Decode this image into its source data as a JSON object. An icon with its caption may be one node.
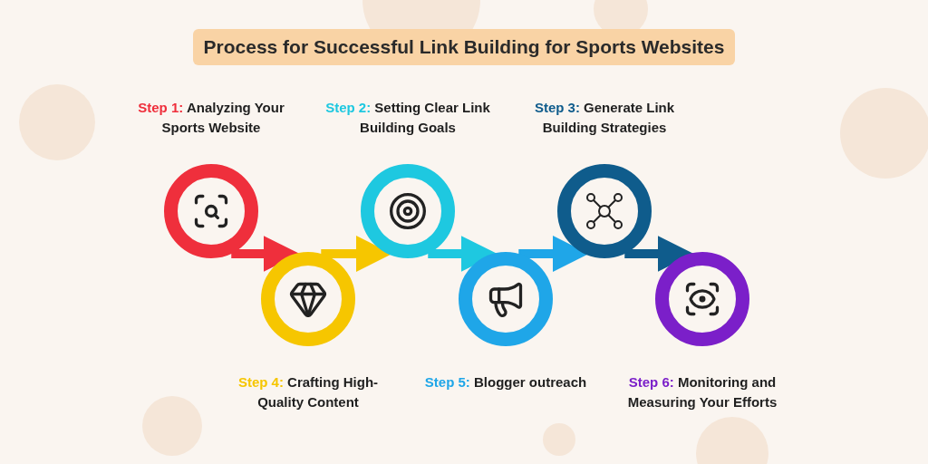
{
  "diagram": {
    "title": "Process for Successful Link Building for Sports Websites",
    "nodes": [
      {
        "text": [
          "Step 1:",
          "Analyzing Your Sports Website"
        ]
      },
      {
        "text": [
          "Step 2:",
          "Setting Clear Link Building Goals"
        ]
      },
      {
        "text": [
          "Step 3:",
          "Generate Link Building Strategies"
        ]
      },
      {
        "text": [
          "Step 4:",
          "Crafting High-Quality Content"
        ]
      },
      {
        "text": [
          "Step 5:",
          "Blogger outreach"
        ]
      },
      {
        "text": [
          "Step 6:",
          "Monitoring and Measuring Your Efforts"
        ]
      }
    ],
    "edges": [
      {
        "from": 0,
        "to": 3,
        "arrow": "to",
        "color": "#ef2f3c"
      },
      {
        "from": 3,
        "to": 1,
        "arrow": "to",
        "color": "#f6c600"
      },
      {
        "from": 1,
        "to": 4,
        "arrow": "to",
        "color": "#1ec8e0"
      },
      {
        "from": 4,
        "to": 2,
        "arrow": "to",
        "color": "#1fa6e8"
      },
      {
        "from": 2,
        "to": 5,
        "arrow": "to",
        "color": "#0f5c8c"
      }
    ]
  }
}
